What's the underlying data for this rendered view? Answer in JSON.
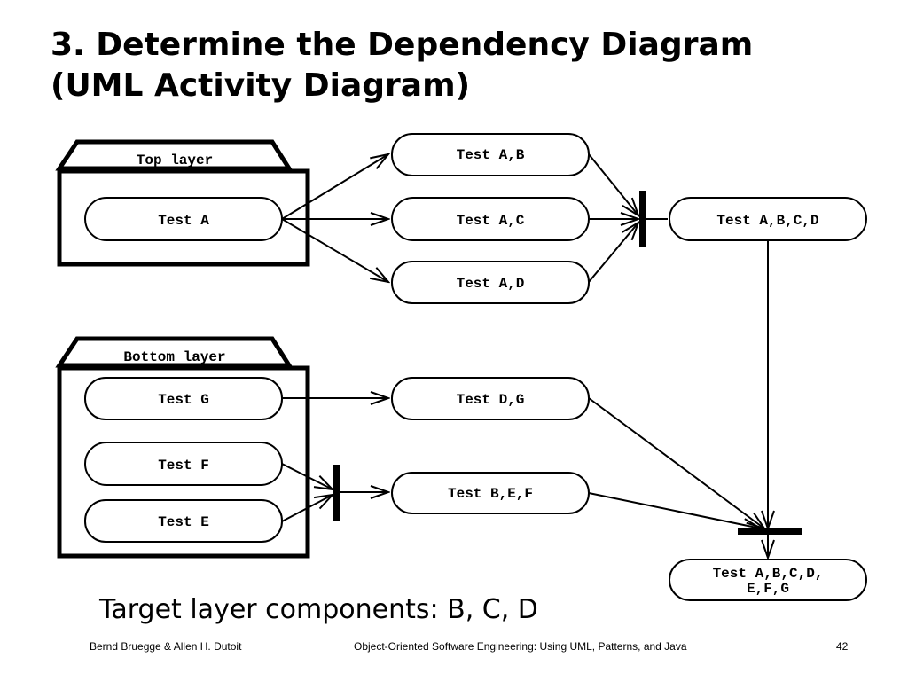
{
  "title": {
    "line1": "3. Determine the Dependency Diagram",
    "line2": "(UML Activity Diagram)"
  },
  "diagram": {
    "packages": {
      "top": "Top layer",
      "bottom": "Bottom layer"
    },
    "activities": {
      "test_a": "Test A",
      "test_ab": "Test A,B",
      "test_ac": "Test A,C",
      "test_ad": "Test A,D",
      "test_abcd": "Test A,B,C,D",
      "test_g": "Test G",
      "test_f": "Test F",
      "test_e": "Test E",
      "test_dg": "Test D,G",
      "test_bef": "Test B,E,F",
      "test_all_line1": "Test A,B,C,D,",
      "test_all_line2": "E,F,G"
    }
  },
  "subtitle": "Target layer components: B, C, D",
  "footer": {
    "authors": "Bernd Bruegge & Allen H. Dutoit",
    "book": "Object-Oriented Software Engineering: Using UML, Patterns, and Java",
    "page": "42"
  }
}
